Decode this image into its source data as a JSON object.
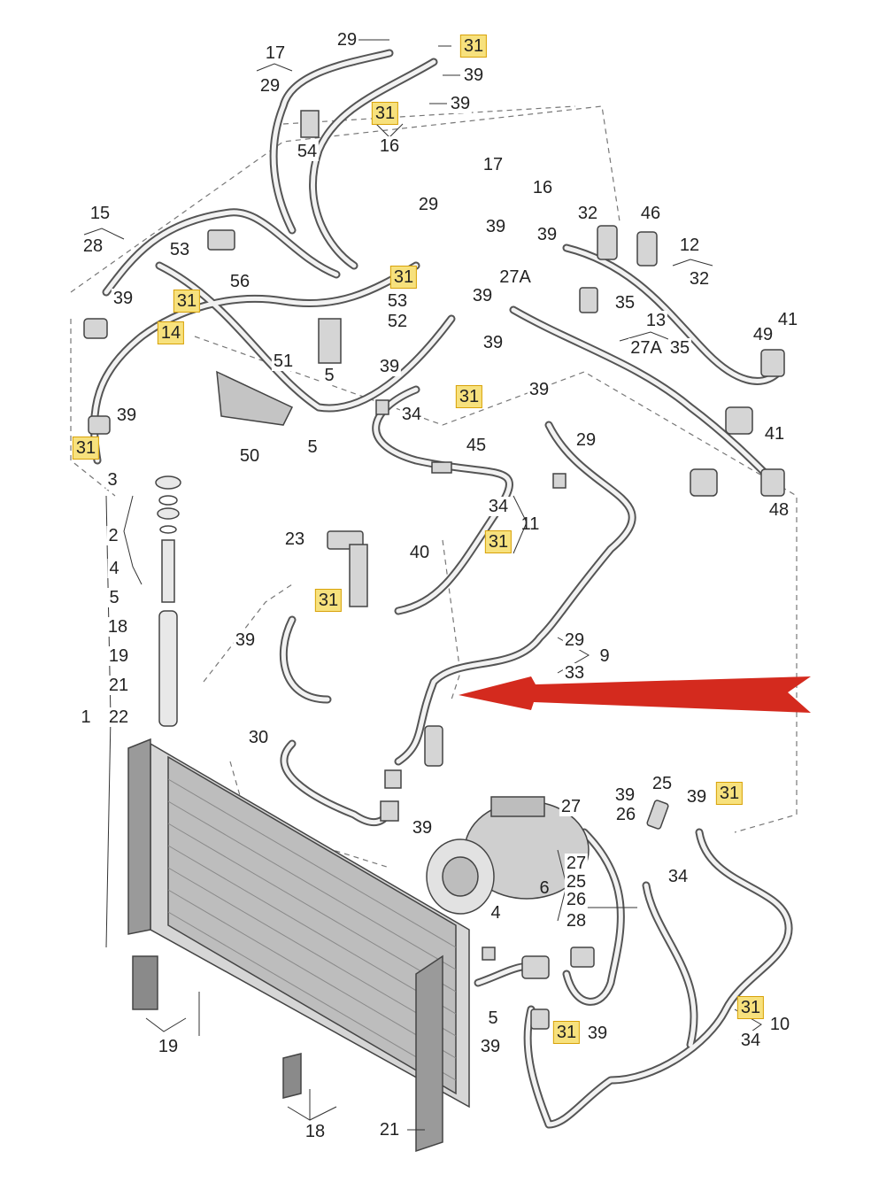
{
  "colors": {
    "highlight_fill": "#f7e17d",
    "highlight_border": "#d8a20a",
    "arrow": "#d42a1e",
    "hose": "#6b6b6b",
    "line_art": "#444444"
  },
  "callouts": [
    {
      "id": "c29a",
      "text": "29",
      "highlight": false
    },
    {
      "id": "c31a",
      "text": "31",
      "highlight": true
    },
    {
      "id": "c39a",
      "text": "39",
      "highlight": false
    },
    {
      "id": "c39b",
      "text": "39",
      "highlight": false
    },
    {
      "id": "c17a",
      "text": "17",
      "highlight": false
    },
    {
      "id": "c29b",
      "text": "29",
      "highlight": false
    },
    {
      "id": "c31b",
      "text": "31",
      "highlight": true
    },
    {
      "id": "c16a",
      "text": "16",
      "highlight": false
    },
    {
      "id": "c54",
      "text": "54",
      "highlight": false
    },
    {
      "id": "c17b",
      "text": "17",
      "highlight": false
    },
    {
      "id": "c16b",
      "text": "16",
      "highlight": false
    },
    {
      "id": "c29c",
      "text": "29",
      "highlight": false
    },
    {
      "id": "c39c",
      "text": "39",
      "highlight": false
    },
    {
      "id": "c32",
      "text": "32",
      "highlight": false
    },
    {
      "id": "c46",
      "text": "46",
      "highlight": false
    },
    {
      "id": "c39d",
      "text": "39",
      "highlight": false
    },
    {
      "id": "c12",
      "text": "12",
      "highlight": false
    },
    {
      "id": "c32b",
      "text": "32",
      "highlight": false
    },
    {
      "id": "c15",
      "text": "15",
      "highlight": false
    },
    {
      "id": "c28a",
      "text": "28",
      "highlight": false
    },
    {
      "id": "c53a",
      "text": "53",
      "highlight": false
    },
    {
      "id": "c56",
      "text": "56",
      "highlight": false
    },
    {
      "id": "c31c",
      "text": "31",
      "highlight": true
    },
    {
      "id": "c27Aa",
      "text": "27A",
      "highlight": false
    },
    {
      "id": "c39e",
      "text": "39",
      "highlight": false
    },
    {
      "id": "c35a",
      "text": "35",
      "highlight": false
    },
    {
      "id": "c39f",
      "text": "39",
      "highlight": false
    },
    {
      "id": "c31d",
      "text": "31",
      "highlight": true
    },
    {
      "id": "c14",
      "text": "14",
      "highlight": true
    },
    {
      "id": "c53b",
      "text": "53",
      "highlight": false
    },
    {
      "id": "c52",
      "text": "52",
      "highlight": false
    },
    {
      "id": "c13",
      "text": "13",
      "highlight": false
    },
    {
      "id": "c27Ab",
      "text": "27A",
      "highlight": false
    },
    {
      "id": "c35b",
      "text": "35",
      "highlight": false
    },
    {
      "id": "c41a",
      "text": "41",
      "highlight": false
    },
    {
      "id": "c49",
      "text": "49",
      "highlight": false
    },
    {
      "id": "c39g",
      "text": "39",
      "highlight": false
    },
    {
      "id": "c5a",
      "text": "5",
      "highlight": false
    },
    {
      "id": "c51",
      "text": "51",
      "highlight": false
    },
    {
      "id": "c39h",
      "text": "39",
      "highlight": false
    },
    {
      "id": "c31e",
      "text": "31",
      "highlight": true
    },
    {
      "id": "c39i",
      "text": "39",
      "highlight": false
    },
    {
      "id": "c34a",
      "text": "34",
      "highlight": false
    },
    {
      "id": "c29d",
      "text": "29",
      "highlight": false
    },
    {
      "id": "c45",
      "text": "45",
      "highlight": false
    },
    {
      "id": "c41b",
      "text": "41",
      "highlight": false
    },
    {
      "id": "c39j",
      "text": "39",
      "highlight": false
    },
    {
      "id": "c31f",
      "text": "31",
      "highlight": true
    },
    {
      "id": "c50",
      "text": "50",
      "highlight": false
    },
    {
      "id": "c5b",
      "text": "5",
      "highlight": false
    },
    {
      "id": "c3",
      "text": "3",
      "highlight": false
    },
    {
      "id": "c48",
      "text": "48",
      "highlight": false
    },
    {
      "id": "c34b",
      "text": "34",
      "highlight": false
    },
    {
      "id": "c11",
      "text": "11",
      "highlight": false
    },
    {
      "id": "c31g",
      "text": "31",
      "highlight": true
    },
    {
      "id": "c2",
      "text": "2",
      "highlight": false
    },
    {
      "id": "c23",
      "text": "23",
      "highlight": false
    },
    {
      "id": "c40",
      "text": "40",
      "highlight": false
    },
    {
      "id": "c4a",
      "text": "4",
      "highlight": false
    },
    {
      "id": "c5c",
      "text": "5",
      "highlight": false
    },
    {
      "id": "c31h",
      "text": "31",
      "highlight": true
    },
    {
      "id": "c18a",
      "text": "18",
      "highlight": false
    },
    {
      "id": "c39k",
      "text": "39",
      "highlight": false
    },
    {
      "id": "c29e",
      "text": "29",
      "highlight": false
    },
    {
      "id": "c9",
      "text": "9",
      "highlight": false
    },
    {
      "id": "c19a",
      "text": "19",
      "highlight": false
    },
    {
      "id": "c33",
      "text": "33",
      "highlight": false
    },
    {
      "id": "c21a",
      "text": "21",
      "highlight": false
    },
    {
      "id": "c1",
      "text": "1",
      "highlight": false
    },
    {
      "id": "c22",
      "text": "22",
      "highlight": false
    },
    {
      "id": "c30",
      "text": "30",
      "highlight": false
    },
    {
      "id": "c25a",
      "text": "25",
      "highlight": false
    },
    {
      "id": "c39l",
      "text": "39",
      "highlight": false
    },
    {
      "id": "c31i",
      "text": "31",
      "highlight": true
    },
    {
      "id": "c27a",
      "text": "27",
      "highlight": false
    },
    {
      "id": "c39m",
      "text": "39",
      "highlight": false
    },
    {
      "id": "c26a",
      "text": "26",
      "highlight": false
    },
    {
      "id": "c39n",
      "text": "39",
      "highlight": false
    },
    {
      "id": "c27b",
      "text": "27",
      "highlight": false
    },
    {
      "id": "c34c",
      "text": "34",
      "highlight": false
    },
    {
      "id": "c6",
      "text": "6",
      "highlight": false
    },
    {
      "id": "c25b",
      "text": "25",
      "highlight": false
    },
    {
      "id": "c26b",
      "text": "26",
      "highlight": false
    },
    {
      "id": "c28b",
      "text": "28",
      "highlight": false
    },
    {
      "id": "c4b",
      "text": "4",
      "highlight": false
    },
    {
      "id": "c5d",
      "text": "5",
      "highlight": false
    },
    {
      "id": "c31j",
      "text": "31",
      "highlight": true
    },
    {
      "id": "c39o",
      "text": "39",
      "highlight": false
    },
    {
      "id": "c39p",
      "text": "39",
      "highlight": false
    },
    {
      "id": "c31k",
      "text": "31",
      "highlight": true
    },
    {
      "id": "c10",
      "text": "10",
      "highlight": false
    },
    {
      "id": "c34d",
      "text": "34",
      "highlight": false
    },
    {
      "id": "c19b",
      "text": "19",
      "highlight": false
    },
    {
      "id": "c18b",
      "text": "18",
      "highlight": false
    },
    {
      "id": "c21b",
      "text": "21",
      "highlight": false
    }
  ]
}
